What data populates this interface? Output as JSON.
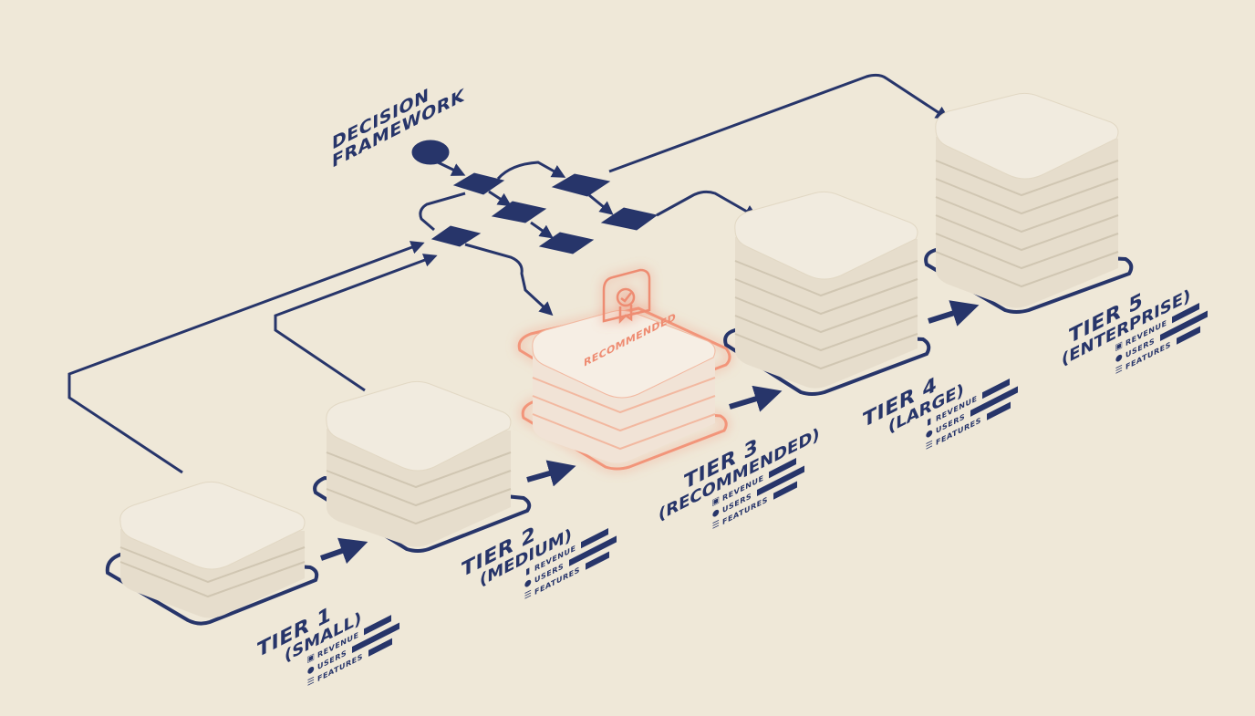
{
  "diagram": {
    "title_line1": "DECISION",
    "title_line2": "FRAMEWORK",
    "recommended_badge": "RECOMMENDED",
    "colors": {
      "background": "#efe8d8",
      "navy": "#27356a",
      "block_top": "#f1ebdf",
      "block_side": "#e6ddcc",
      "highlight": "#f2957a"
    },
    "tiers": [
      {
        "name": "TIER 1",
        "sub": "(SMALL)",
        "metrics": [
          {
            "icon": "money-icon",
            "label": "REVENUE",
            "bar": 30
          },
          {
            "icon": "users-icon",
            "label": "USERS",
            "bar": 52
          },
          {
            "icon": "list-icon",
            "label": "FEATURES",
            "bar": 26
          }
        ]
      },
      {
        "name": "TIER 2",
        "sub": "(MEDIUM)",
        "metrics": [
          {
            "icon": "bars-icon",
            "label": "REVENUE",
            "bar": 30
          },
          {
            "icon": "users-icon",
            "label": "USERS",
            "bar": 52
          },
          {
            "icon": "list-icon",
            "label": "FEATURES",
            "bar": 26
          }
        ]
      },
      {
        "name": "TIER 3",
        "sub": "(RECOMMENDED)",
        "metrics": [
          {
            "icon": "money-icon",
            "label": "REVENUE",
            "bar": 30
          },
          {
            "icon": "users-icon",
            "label": "USERS",
            "bar": 52
          },
          {
            "icon": "list-icon",
            "label": "FEATURES",
            "bar": 26
          }
        ]
      },
      {
        "name": "TIER 4",
        "sub": "(LARGE)",
        "metrics": [
          {
            "icon": "bars-icon",
            "label": "REVENUE",
            "bar": 30
          },
          {
            "icon": "users-icon",
            "label": "USERS",
            "bar": 52
          },
          {
            "icon": "list-icon",
            "label": "FEATURES",
            "bar": 26
          }
        ]
      },
      {
        "name": "TIER 5",
        "sub": "(ENTERPRISE)",
        "metrics": [
          {
            "icon": "money-icon",
            "label": "REVENUE",
            "bar": 30
          },
          {
            "icon": "users-icon",
            "label": "USERS",
            "bar": 52
          },
          {
            "icon": "list-icon",
            "label": "FEATURES",
            "bar": 26
          }
        ]
      }
    ]
  }
}
